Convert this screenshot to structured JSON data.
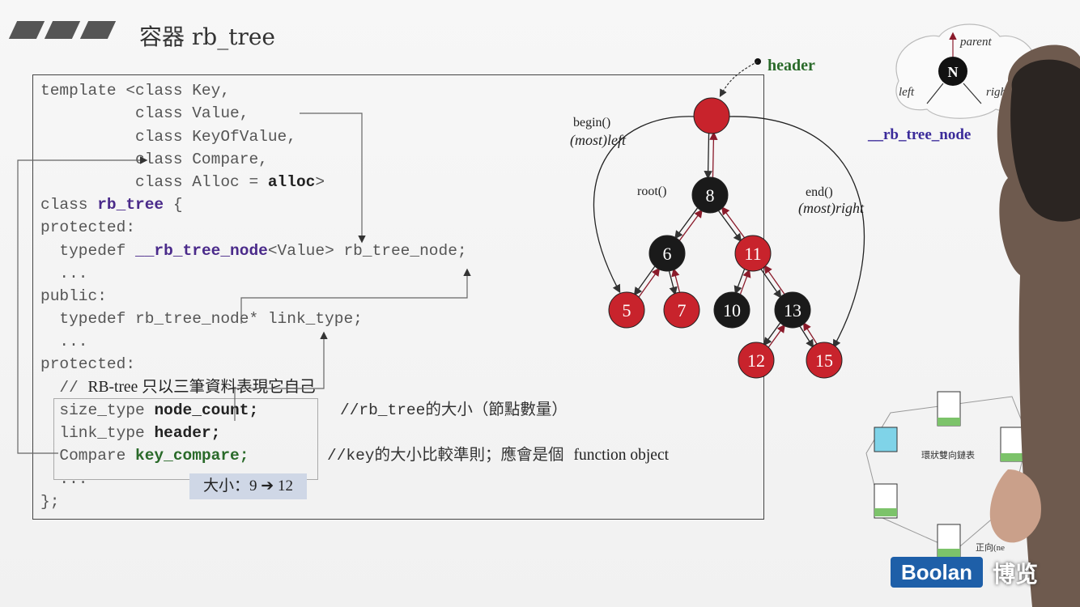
{
  "title": "容器 rb_tree",
  "code": {
    "l1": "template <class Key,",
    "l2": "          class Value,",
    "l3": "          class KeyOfValue,",
    "l4": "          class Compare,",
    "l5a": "          class Alloc = ",
    "l5b": "alloc",
    "l5c": ">",
    "l6a": "class ",
    "l6b": "rb_tree",
    "l6c": " {",
    "l7": "protected:",
    "l8a": "  typedef ",
    "l8b": "__rb_tree_node",
    "l8c": "<Value> rb_tree_node;",
    "l9": "  ...",
    "l10": "public:",
    "l11": "  typedef rb_tree_node* link_type;",
    "l12": "  ...",
    "l13": "protected:",
    "l14a": "  // ",
    "l14b": "RB-tree 只以三筆資料表現它自己",
    "l15a": "  size_type ",
    "l15b": "node_count;",
    "l15c": "//rb_tree的大小（節點數量）",
    "l16a": "  link_type ",
    "l16b": "header;",
    "l17a": "  Compare ",
    "l17b": "key_compare;",
    "l17c": "//key的大小比較準則；應會是個",
    "l17d": "function object",
    "l18": "  ...",
    "l19": "};"
  },
  "size_badge": "大小：9 ➔ 12",
  "tree": {
    "header_label": "header",
    "begin_label": "begin()",
    "begin_sub": "(most)left",
    "root_label": "root()",
    "end_label": "end()",
    "end_sub": "(most)right",
    "nodes": [
      {
        "id": "header",
        "label": "",
        "color": "red"
      },
      {
        "id": "n8",
        "label": "8",
        "color": "black"
      },
      {
        "id": "n6",
        "label": "6",
        "color": "black"
      },
      {
        "id": "n11",
        "label": "11",
        "color": "red"
      },
      {
        "id": "n5",
        "label": "5",
        "color": "red"
      },
      {
        "id": "n7",
        "label": "7",
        "color": "red"
      },
      {
        "id": "n10",
        "label": "10",
        "color": "black"
      },
      {
        "id": "n13",
        "label": "13",
        "color": "black"
      },
      {
        "id": "n12",
        "label": "12",
        "color": "red"
      },
      {
        "id": "n15",
        "label": "15",
        "color": "red"
      }
    ]
  },
  "node_diagram": {
    "node_label": "N",
    "parent_label": "parent",
    "left_label": "left",
    "right_label": "righ",
    "type_label": "__rb_tree_node"
  },
  "list_diagram": {
    "caption": "環狀雙向鏈表",
    "footer": "正向(ne"
  },
  "logo": {
    "text": "Boolan",
    "cn": "博览"
  },
  "colors": {
    "red_node": "#c8232c",
    "black_node": "#1a1a1a",
    "keyword": "#4a2a8a",
    "badge_bg": "#cfd7e6",
    "logo_bg": "#1e5fa8"
  }
}
